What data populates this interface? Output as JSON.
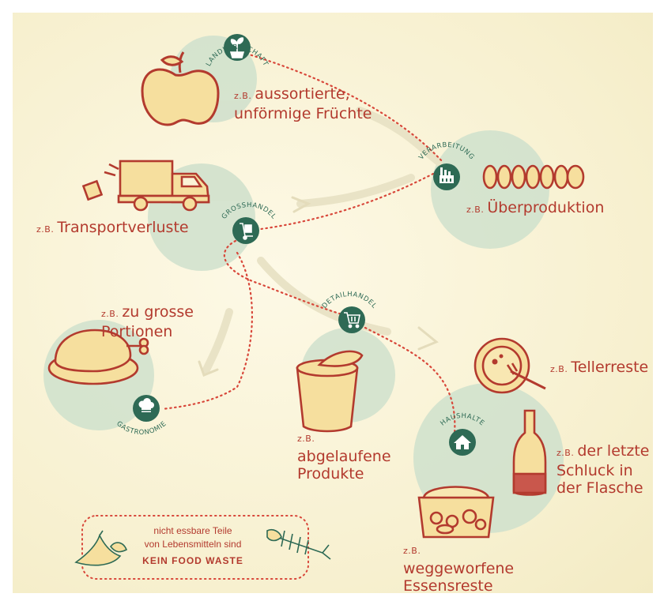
{
  "colors": {
    "background": "#f7f0cf",
    "blob": "#cfe0cc",
    "stage_icon": "#2e6a55",
    "text_red": "#b33a2e",
    "food_fill": "#f6df9e",
    "food_stroke": "#b33a2e"
  },
  "stages": {
    "landwirtschaft": "LANDWIRTSCHAFT",
    "verarbeitung": "VERARBEITUNG",
    "grosshandel": "GROSSHANDEL",
    "detailhandel": "DETAILHANDEL",
    "gastronomie": "GASTRONOMIE",
    "haushalte": "HAUSHALTE"
  },
  "examples": {
    "prefix": "z.B.",
    "fruechte": "aussortierte,\nunförmige Früchte",
    "ueberproduktion": "Überproduktion",
    "transport": "Transportverluste",
    "portionen": "zu grosse\nPortionen",
    "abgelaufen": "abgelaufene\nProdukte",
    "tellerreste": "Tellerreste",
    "schluck": "der letzte\nSchluck in\nder Flasche",
    "essensreste": "weggeworfene\nEssensreste"
  },
  "notice": {
    "line1": "nicht essbare Teile",
    "line2": "von Lebensmitteln sind",
    "line3": "KEIN FOOD WASTE"
  },
  "icons": [
    "plant-icon",
    "factory-icon",
    "hand-truck-icon",
    "shopping-cart-icon",
    "chef-hat-icon",
    "house-icon",
    "apple-icon",
    "truck-icon",
    "sliced-food-icon",
    "roast-chicken-icon",
    "yogurt-cup-icon",
    "plate-icon",
    "bottle-icon",
    "food-container-icon",
    "banana-peel-icon",
    "fish-bone-icon"
  ]
}
